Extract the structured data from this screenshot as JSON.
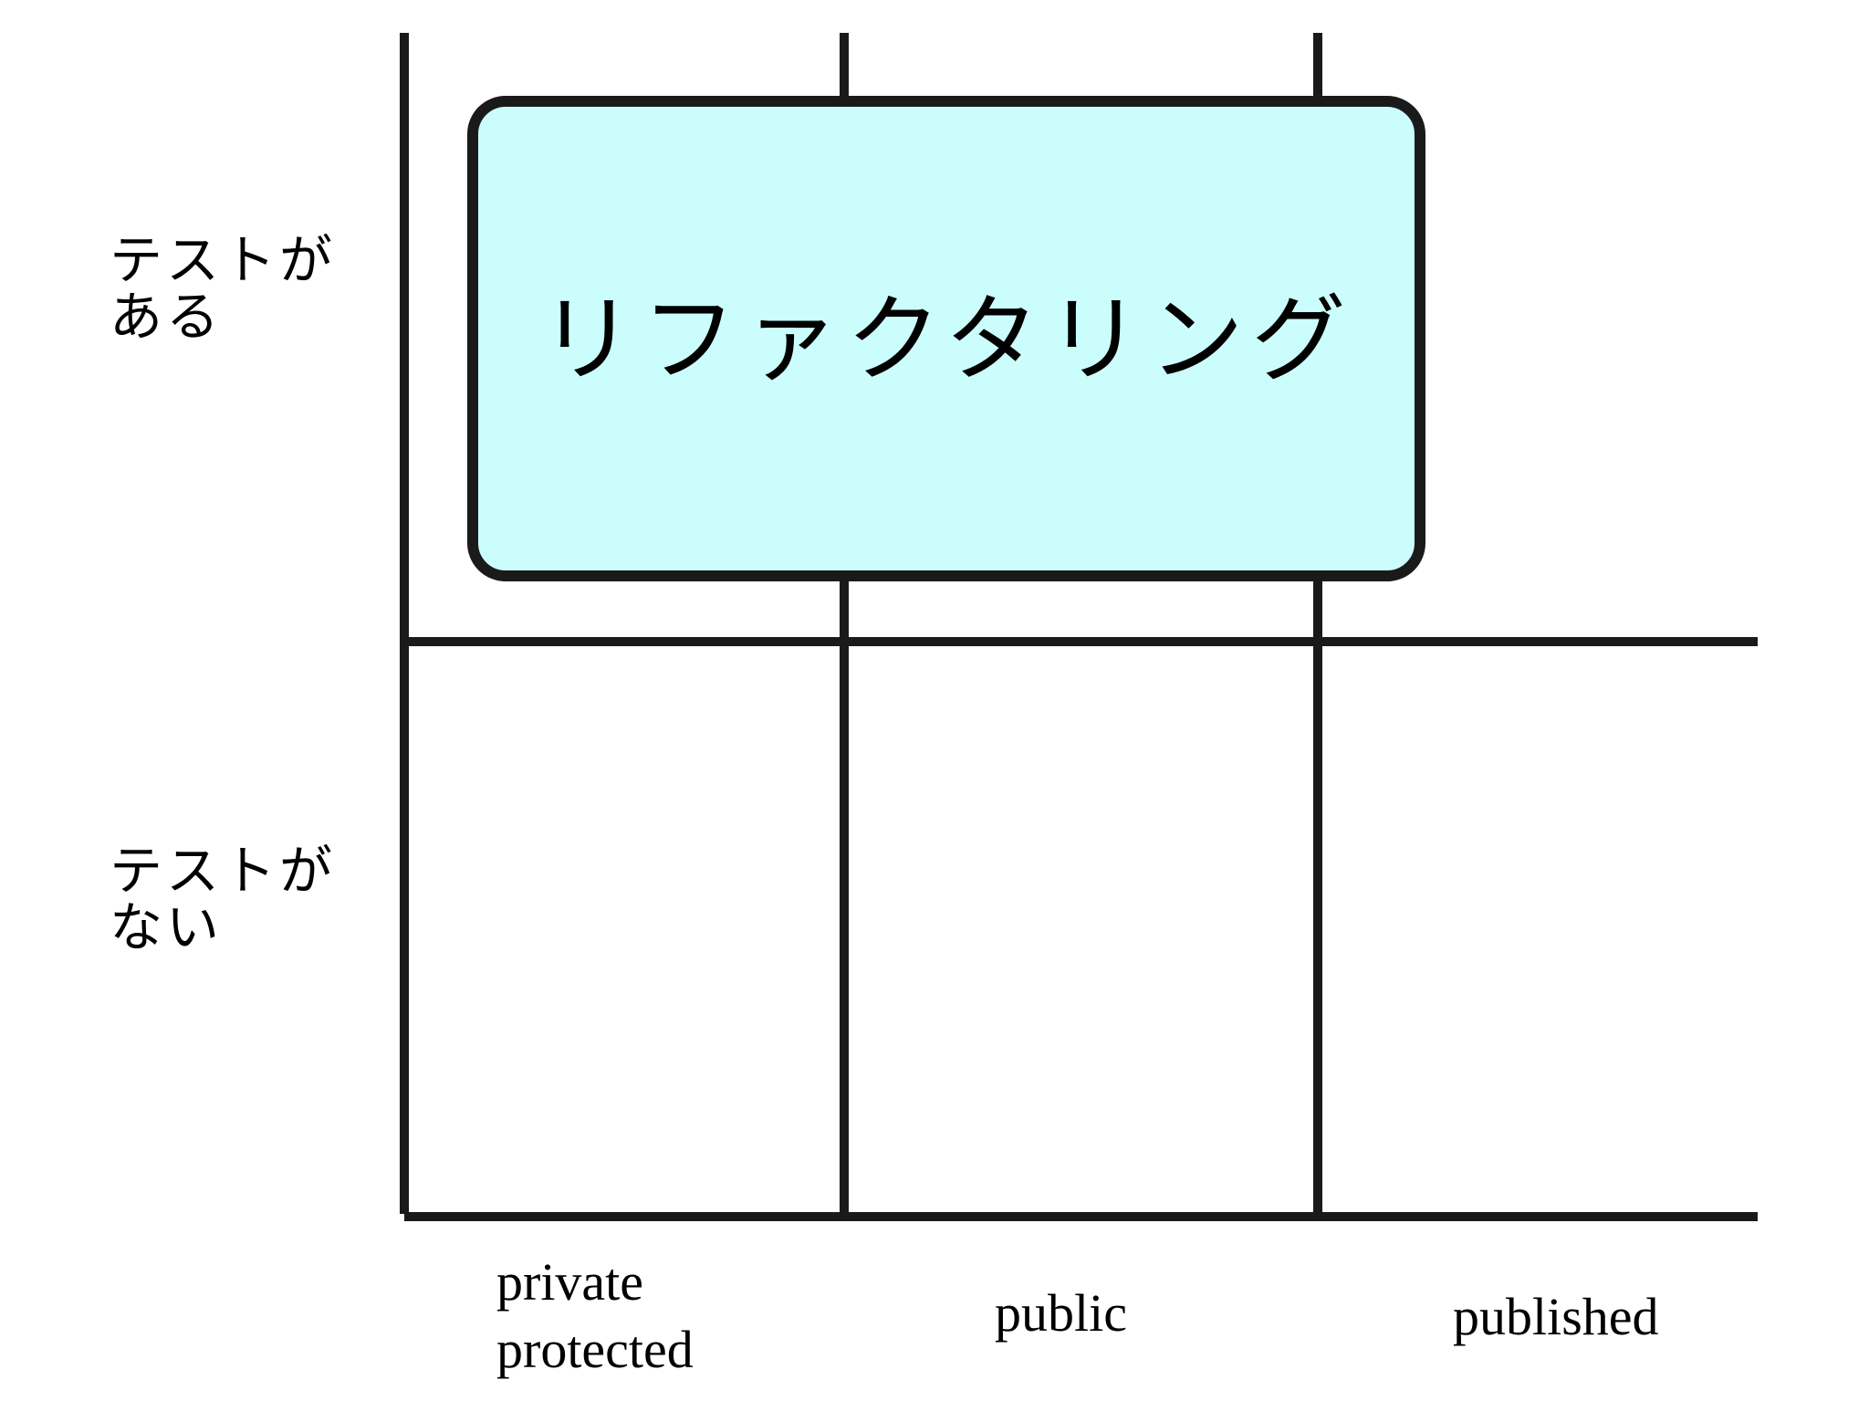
{
  "diagram": {
    "highlight_box": {
      "label": "リファクタリング",
      "fill_color": "#ccfdfd",
      "border_color": "#1a1a1a"
    },
    "rows": [
      {
        "line1": "テストが",
        "line2": "ある"
      },
      {
        "line1": "テストが",
        "line2": "ない"
      }
    ],
    "columns": [
      {
        "line1": "private",
        "line2": "protected"
      },
      {
        "line1": "public"
      },
      {
        "line1": "published"
      }
    ],
    "line_color": "#1a1a1a",
    "background": "#ffffff"
  }
}
